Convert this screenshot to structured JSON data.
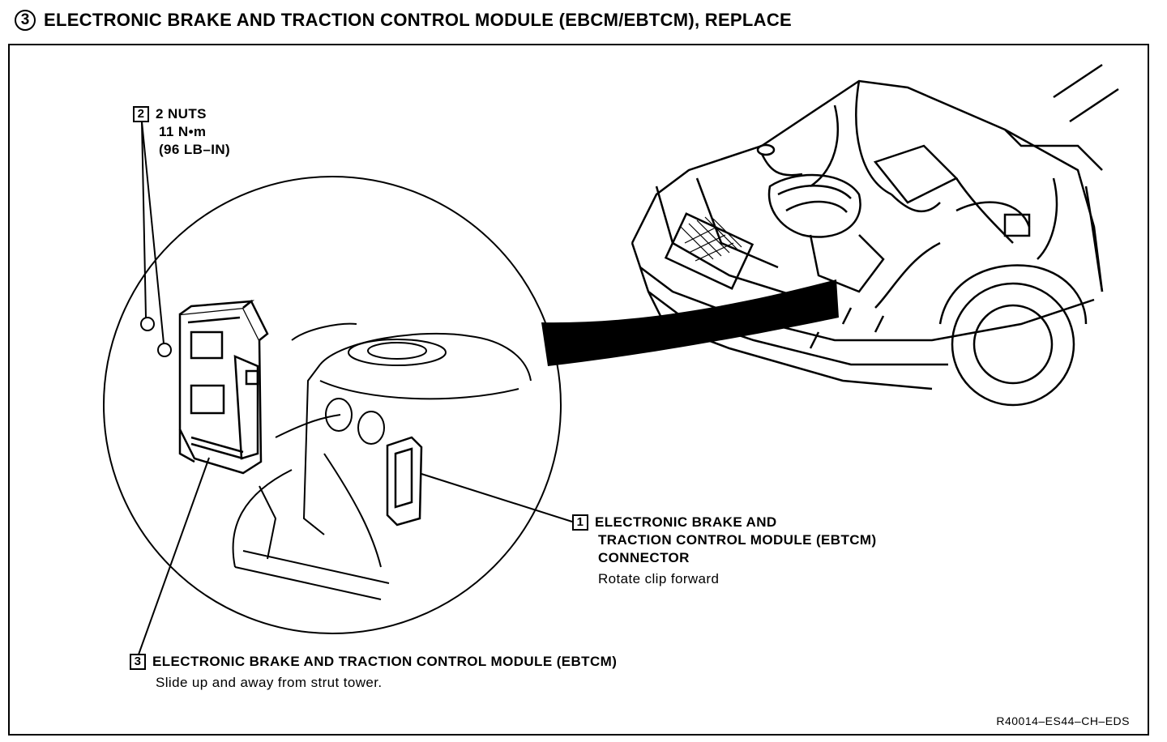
{
  "header": {
    "step_number": "3",
    "title": "ELECTRONIC BRAKE AND TRACTION CONTROL MODULE (EBCM/EBTCM), REPLACE"
  },
  "callouts": {
    "nuts": {
      "number": "2",
      "line1": "2 NUTS",
      "line2": "11 N•m",
      "line3": "(96 LB–IN)"
    },
    "connector": {
      "number": "1",
      "line1": "ELECTRONIC BRAKE AND",
      "line2": "TRACTION CONTROL MODULE (EBTCM)",
      "line3": "CONNECTOR",
      "note": "Rotate clip forward"
    },
    "module": {
      "number": "3",
      "line1": "ELECTRONIC BRAKE AND TRACTION CONTROL MODULE (EBTCM)",
      "note": "Slide up and away from strut tower."
    }
  },
  "reference_code": "R40014–ES44–CH–EDS"
}
